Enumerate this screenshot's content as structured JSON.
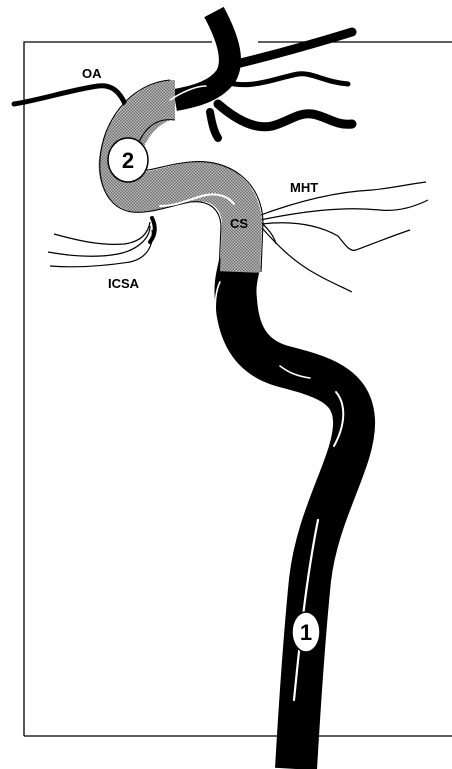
{
  "labels": {
    "oa": "OA",
    "mht": "MHT",
    "cs": "CS",
    "icsa": "ICSA"
  },
  "markers": {
    "segment_1": "1",
    "segment_2": "2"
  },
  "colors": {
    "vessel": "#000000",
    "shaded_segment": "#9a9a9a",
    "background": "#ffffff"
  }
}
